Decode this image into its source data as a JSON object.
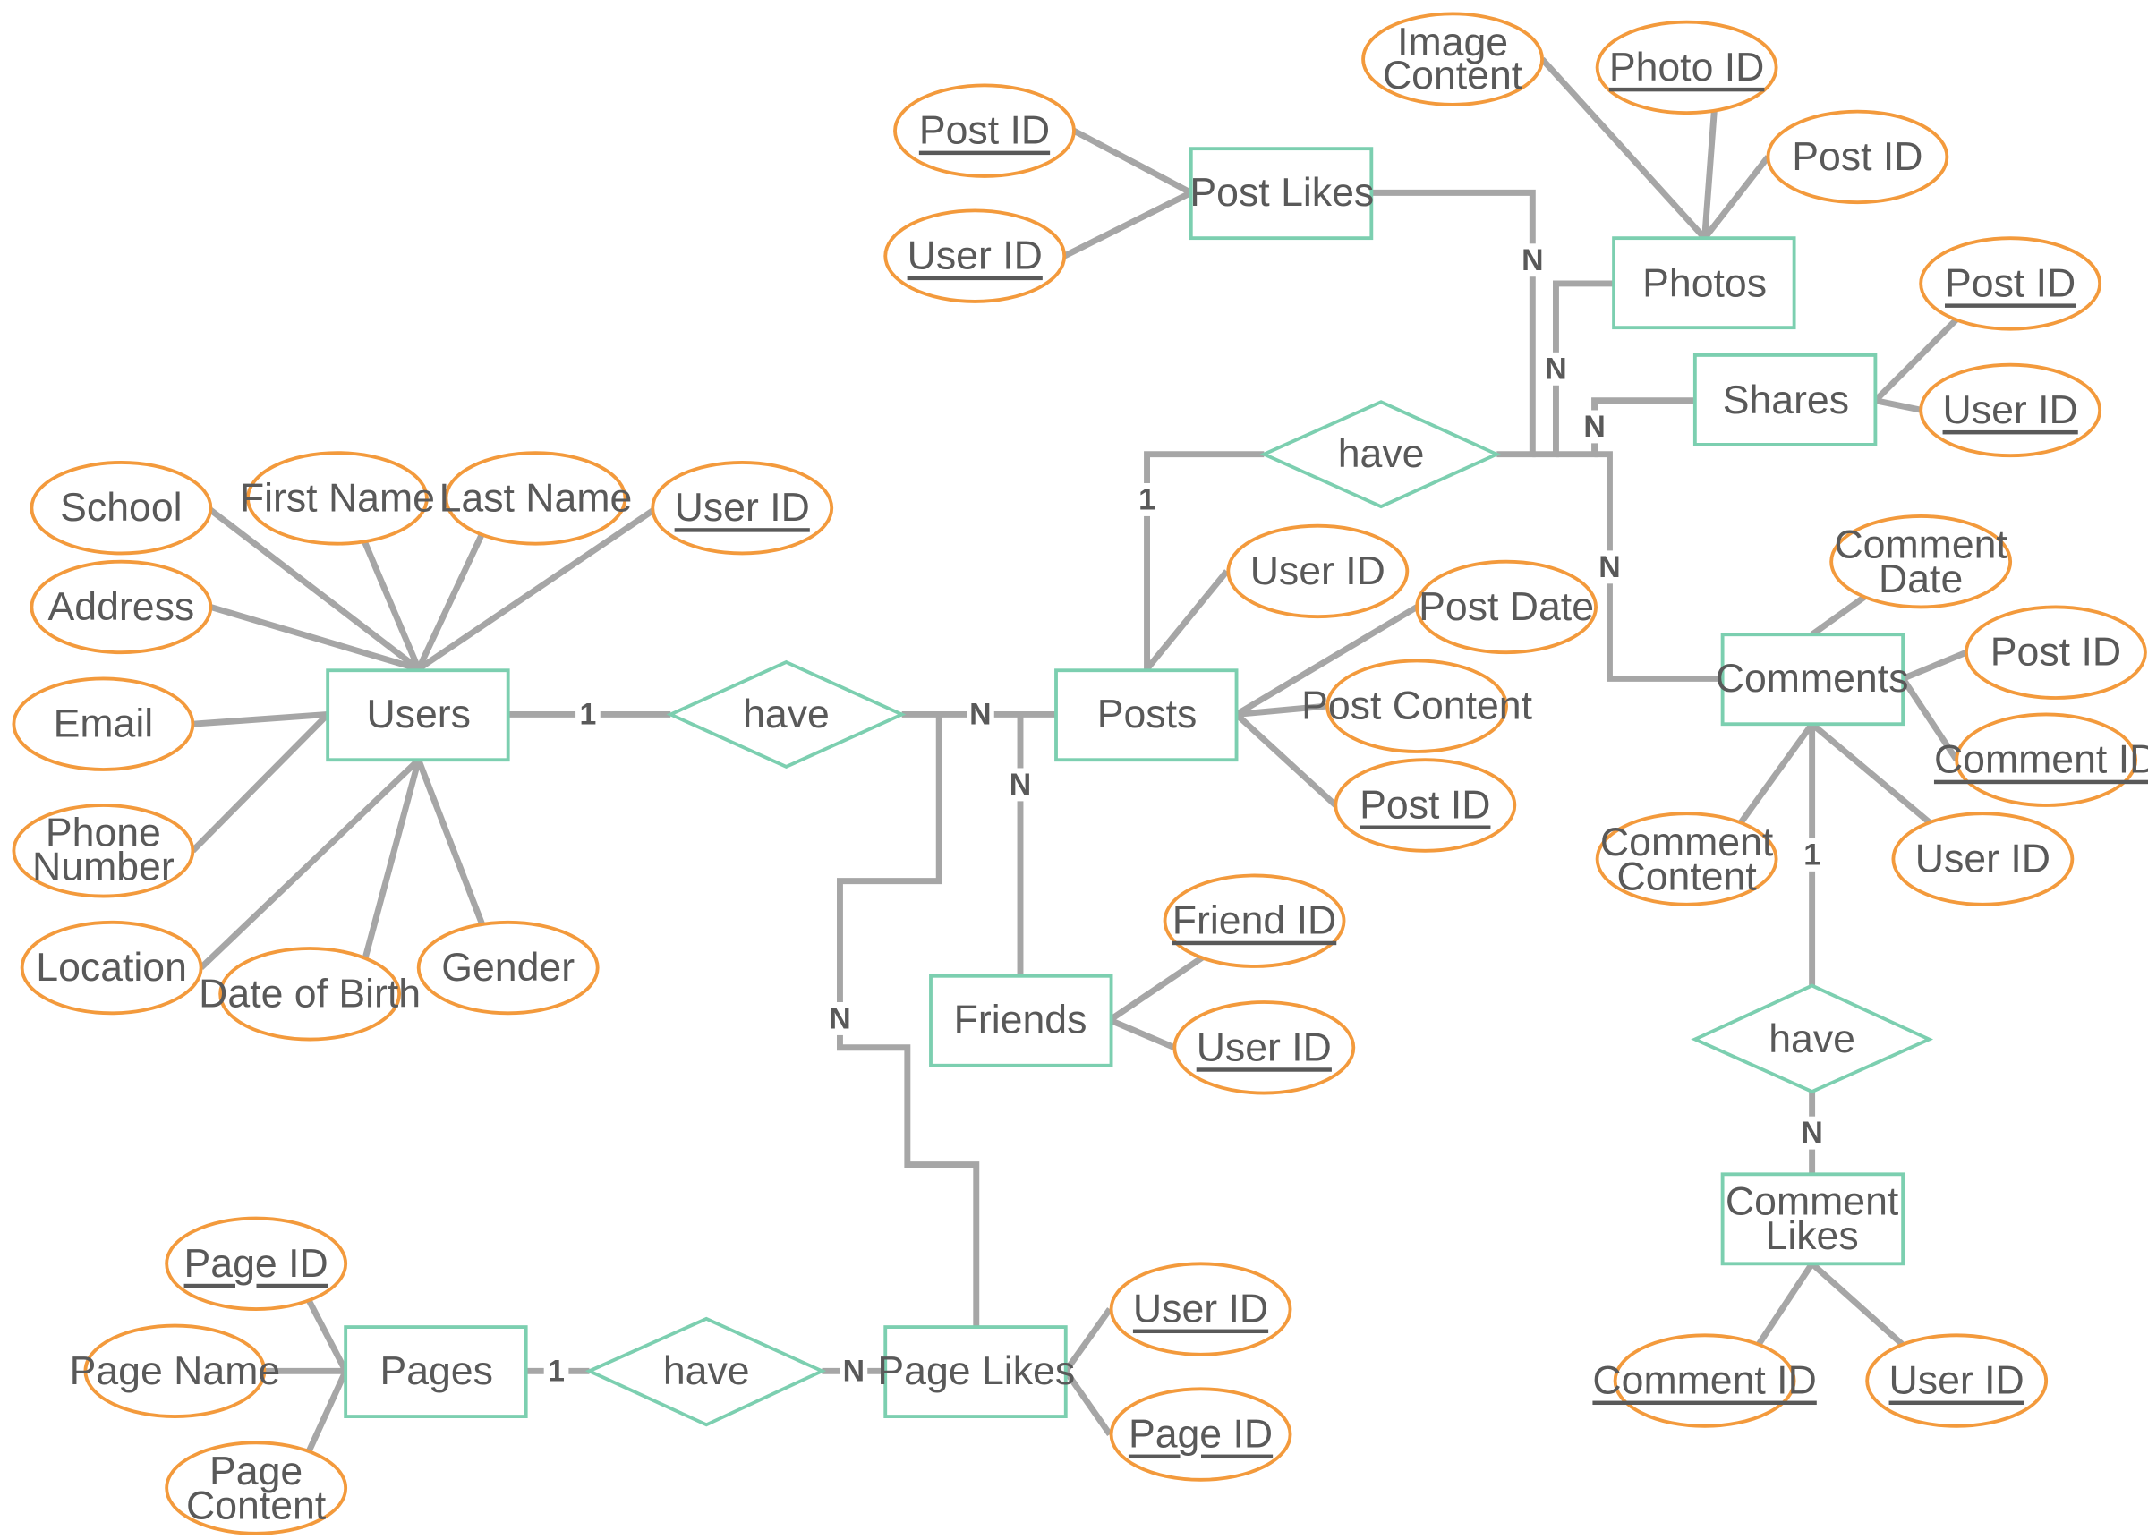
{
  "entities": {
    "users": "Users",
    "posts": "Posts",
    "post_likes": "Post Likes",
    "photos": "Photos",
    "shares": "Shares",
    "comments": "Comments",
    "comment_likes": [
      "Comment",
      "Likes"
    ],
    "friends": "Friends",
    "pages": "Pages",
    "page_likes": "Page Likes"
  },
  "relationships": {
    "users_posts": "have",
    "posts_children": "have",
    "comments_likes": "have",
    "pages_likes": "have"
  },
  "attributes": {
    "users": {
      "school": "School",
      "first_name": "First Name",
      "last_name": "Last Name",
      "user_id": "User ID",
      "address": "Address",
      "email": "Email",
      "phone_number": [
        "Phone",
        "Number"
      ],
      "location": "Location",
      "date_of_birth": "Date of Birth",
      "gender": "Gender"
    },
    "posts": {
      "user_id": "User ID",
      "post_date": "Post Date",
      "post_content": "Post Content",
      "post_id": "Post ID"
    },
    "post_likes": {
      "post_id": "Post ID",
      "user_id": "User ID"
    },
    "photos": {
      "image_content": [
        "Image",
        "Content"
      ],
      "photo_id": "Photo ID",
      "post_id": "Post ID"
    },
    "shares": {
      "post_id": "Post ID",
      "user_id": "User ID"
    },
    "comments": {
      "comment_date": [
        "Comment",
        "Date"
      ],
      "post_id": "Post ID",
      "comment_id": "Comment ID",
      "user_id": "User ID",
      "comment_content": [
        "Comment",
        "Content"
      ]
    },
    "comment_likes": {
      "comment_id": "Comment ID",
      "user_id": "User ID"
    },
    "friends": {
      "friend_id": "Friend ID",
      "user_id": "User ID"
    },
    "pages": {
      "page_id": "Page ID",
      "page_name": "Page Name",
      "page_content": [
        "Page",
        "Content"
      ]
    },
    "page_likes": {
      "user_id": "User ID",
      "page_id": "Page ID"
    }
  },
  "cardinalities": {
    "users_side": "1",
    "posts_side": "N",
    "friends_side": "N",
    "page_likes_side": "N",
    "posts_have_side": "1",
    "post_likes_side": "N",
    "photos_side": "N",
    "shares_side": "N",
    "comments_side": "N",
    "comments_have_side": "1",
    "comment_likes_side": "N",
    "pages_side": "1",
    "pages_likes_side": "N"
  },
  "colors": {
    "entity_border": "#7ccfb0",
    "attribute_border": "#f39a3c",
    "connector": "#a6a6a6",
    "text": "#595959"
  }
}
